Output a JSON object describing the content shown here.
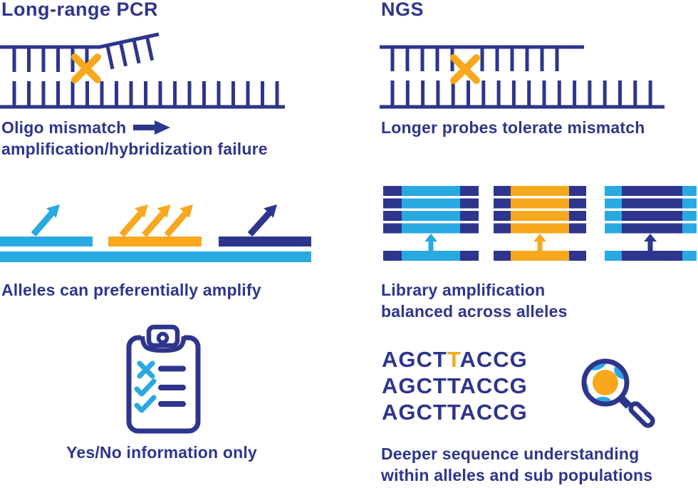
{
  "palette": {
    "navy": "#2e358c",
    "light_blue": "#29a9e1",
    "orange": "#f7a81d",
    "white": "#ffffff"
  },
  "columns": {
    "left": {
      "heading": "Long-range PCR",
      "mismatch_caption_line1": "Oligo mismatch",
      "mismatch_caption_line2": "amplification/hybridization failure",
      "alleles_caption": "Alleles can preferentially amplify",
      "clipboard_caption": "Yes/No information only"
    },
    "right": {
      "heading": "NGS",
      "mismatch_caption": "Longer probes tolerate mismatch",
      "library_caption_line1": "Library amplification",
      "library_caption_line2": "balanced across alleles",
      "insight_caption_line1": "Deeper sequence understanding",
      "insight_caption_line2": "within alleles and sub populations"
    }
  },
  "sequence": {
    "line1_prefix": "AGCT",
    "line1_variant": "T",
    "line1_suffix": "ACCG",
    "line2": "AGCTTACCG",
    "line3": "AGCTTACCG"
  },
  "icons": {
    "mismatch_x_icon": "✕",
    "arrow_right_icon": "➡",
    "diagonal_arrow_icon": "↗",
    "up_arrow_icon": "↑",
    "clipboard_icon": "📋",
    "check_icon": "✓",
    "cross_icon": "✕",
    "magnifier_icon": "🔍"
  }
}
